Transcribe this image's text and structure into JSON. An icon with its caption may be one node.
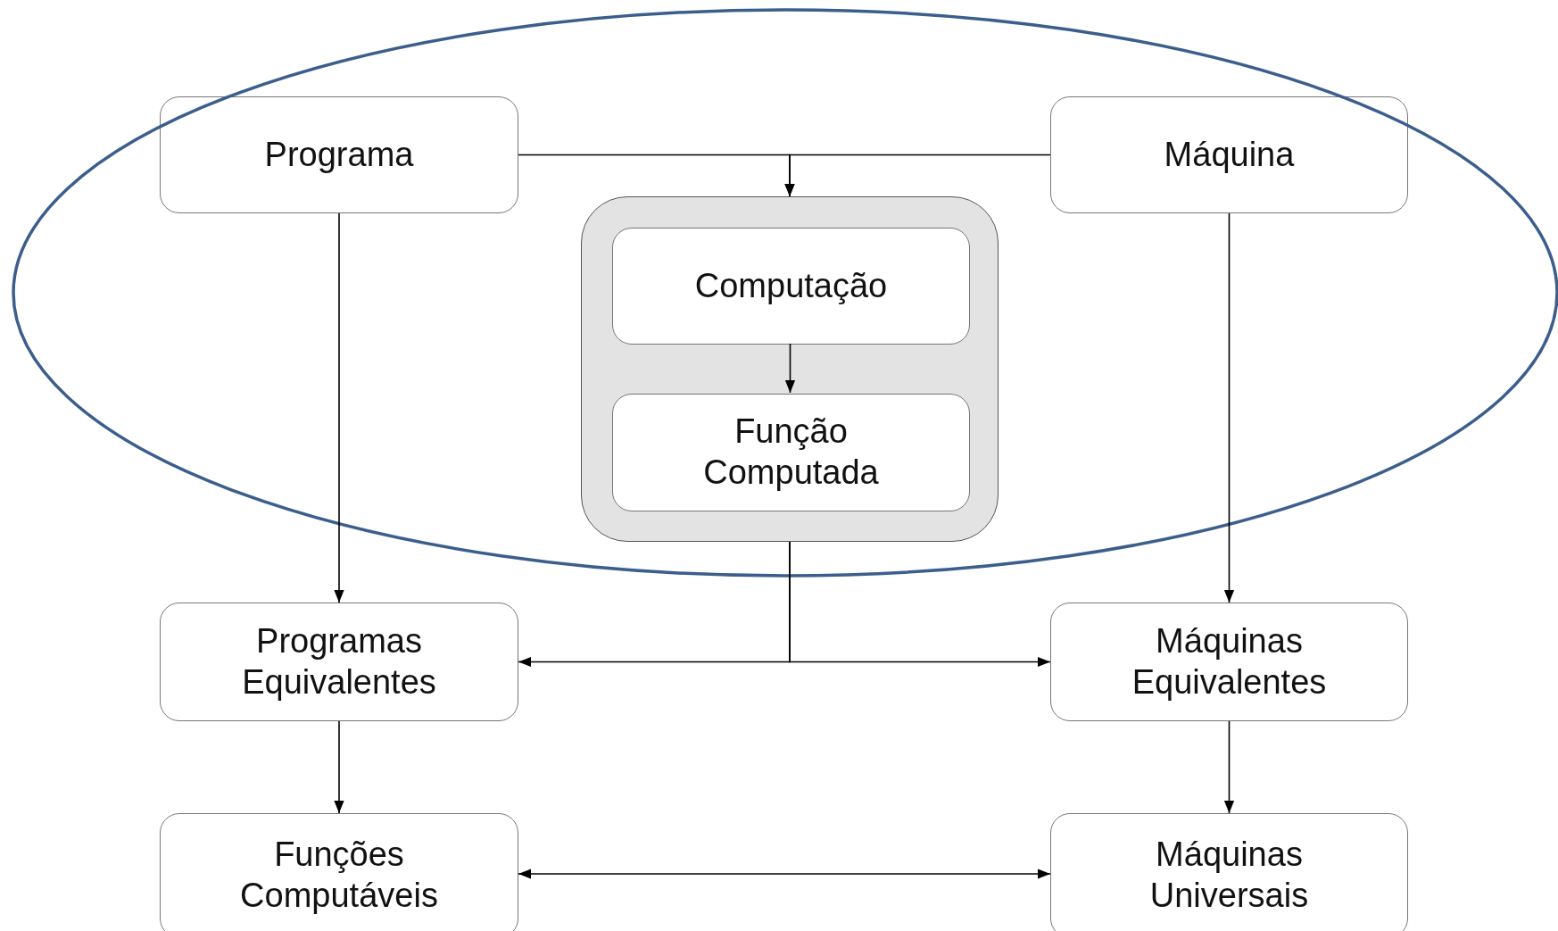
{
  "diagram": {
    "nodes": [
      {
        "text": [
          "Programa"
        ]
      },
      {
        "text": [
          "Máquina"
        ]
      },
      {
        "text": [],
        "shape": "box"
      },
      {
        "text": [
          "Computação"
        ],
        "in": 2
      },
      {
        "text": [
          "Função Computada"
        ],
        "in": 2
      },
      {
        "text": [
          "Programas Equivalentes"
        ]
      },
      {
        "text": [
          "Máquinas Equivalentes"
        ]
      },
      {
        "text": [
          "Funções Computáveis"
        ]
      },
      {
        "text": [
          "Máquinas Universais"
        ]
      }
    ],
    "edges": [
      {
        "from": 0,
        "to": 2,
        "arrow": "to"
      },
      {
        "from": 1,
        "to": 2,
        "arrow": "to"
      },
      {
        "from": 3,
        "to": 4,
        "arrow": "to"
      },
      {
        "from": 0,
        "to": 5,
        "arrow": "to"
      },
      {
        "from": 1,
        "to": 6,
        "arrow": "to"
      },
      {
        "from": 2,
        "to": 5,
        "arrow": "to"
      },
      {
        "from": 2,
        "to": 6,
        "arrow": "to"
      },
      {
        "from": 5,
        "to": 7,
        "arrow": "to"
      },
      {
        "from": 6,
        "to": 8,
        "arrow": "to"
      },
      {
        "from": 7,
        "to": 8,
        "arrow": "both"
      }
    ]
  }
}
